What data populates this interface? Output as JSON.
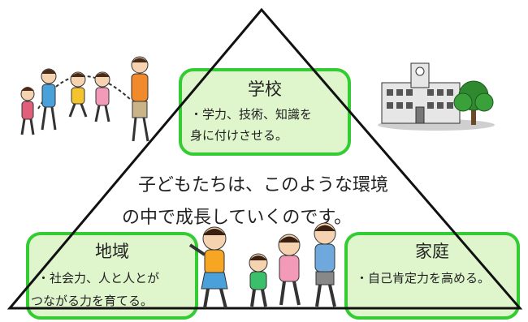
{
  "school": {
    "title": "学校",
    "line1": "・学力、技術、知識を",
    "line2": "身に付けさせる。"
  },
  "community": {
    "title": "地域",
    "line1": "・社会力、人と人とが",
    "line2": "つながる力を育てる。"
  },
  "home": {
    "title": "家庭",
    "line1": "・自己肯定力を高める。"
  },
  "center": {
    "line1": "子どもたちは、このような環境",
    "line2": "の中で成長していくのです。"
  },
  "colors": {
    "box_fill": "#dff5cc",
    "box_border": "#33cc33",
    "triangle": "#111111"
  }
}
